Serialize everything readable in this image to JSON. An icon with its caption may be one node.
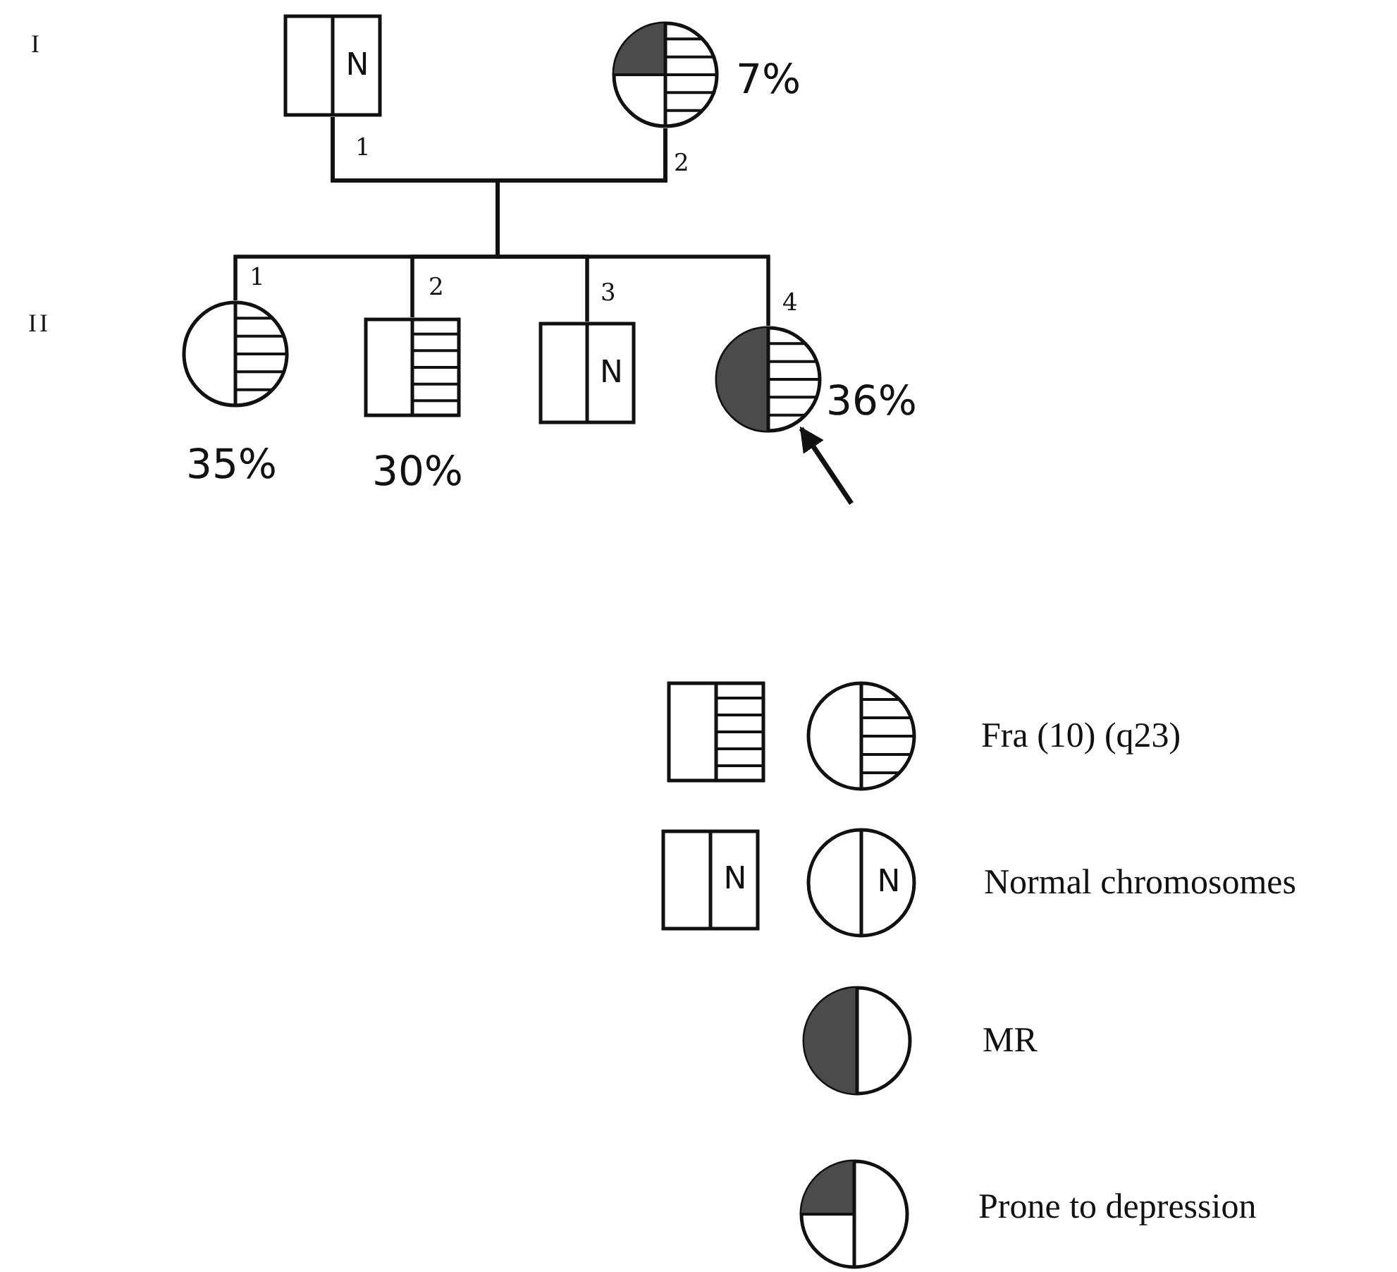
{
  "diagram": {
    "nodes": [
      {
        "text": [
          "N"
        ],
        "beside": [
          "1"
        ]
      },
      {
        "text": [],
        "shape": "circle",
        "beside": [
          "7%",
          "2"
        ]
      },
      {
        "text": [],
        "shape": "circle",
        "beside": [
          "1",
          "35%"
        ]
      },
      {
        "text": [],
        "shape": "box",
        "beside": [
          "2",
          "30%"
        ]
      },
      {
        "text": [
          "N"
        ],
        "beside": [
          "3"
        ]
      },
      {
        "text": [],
        "shape": "circle",
        "beside": [
          "4",
          "36%"
        ]
      }
    ],
    "edges": [
      {
        "from": 0,
        "to": 1,
        "arrow": "none"
      },
      {
        "from": 0,
        "to": 2,
        "arrow": "none"
      },
      {
        "from": 0,
        "to": 3,
        "arrow": "none"
      },
      {
        "from": 0,
        "to": 4,
        "arrow": "none"
      },
      {
        "from": 0,
        "to": 5,
        "arrow": "none"
      },
      {
        "from": 1,
        "to": 2,
        "arrow": "none"
      },
      {
        "from": 1,
        "to": 3,
        "arrow": "none"
      },
      {
        "from": 1,
        "to": 4,
        "arrow": "none"
      },
      {
        "from": 1,
        "to": 5,
        "arrow": "none"
      },
      {
        "from": null,
        "to": 5,
        "arrow": "to"
      }
    ],
    "labels": [
      "I",
      "II",
      "N",
      "N"
    ],
    "legend": [
      {
        "text": "Fra (10) (q23)"
      },
      {
        "text": "Normal chromosomes"
      },
      {
        "text": "MR"
      },
      {
        "text": "Prone to depression"
      }
    ]
  }
}
